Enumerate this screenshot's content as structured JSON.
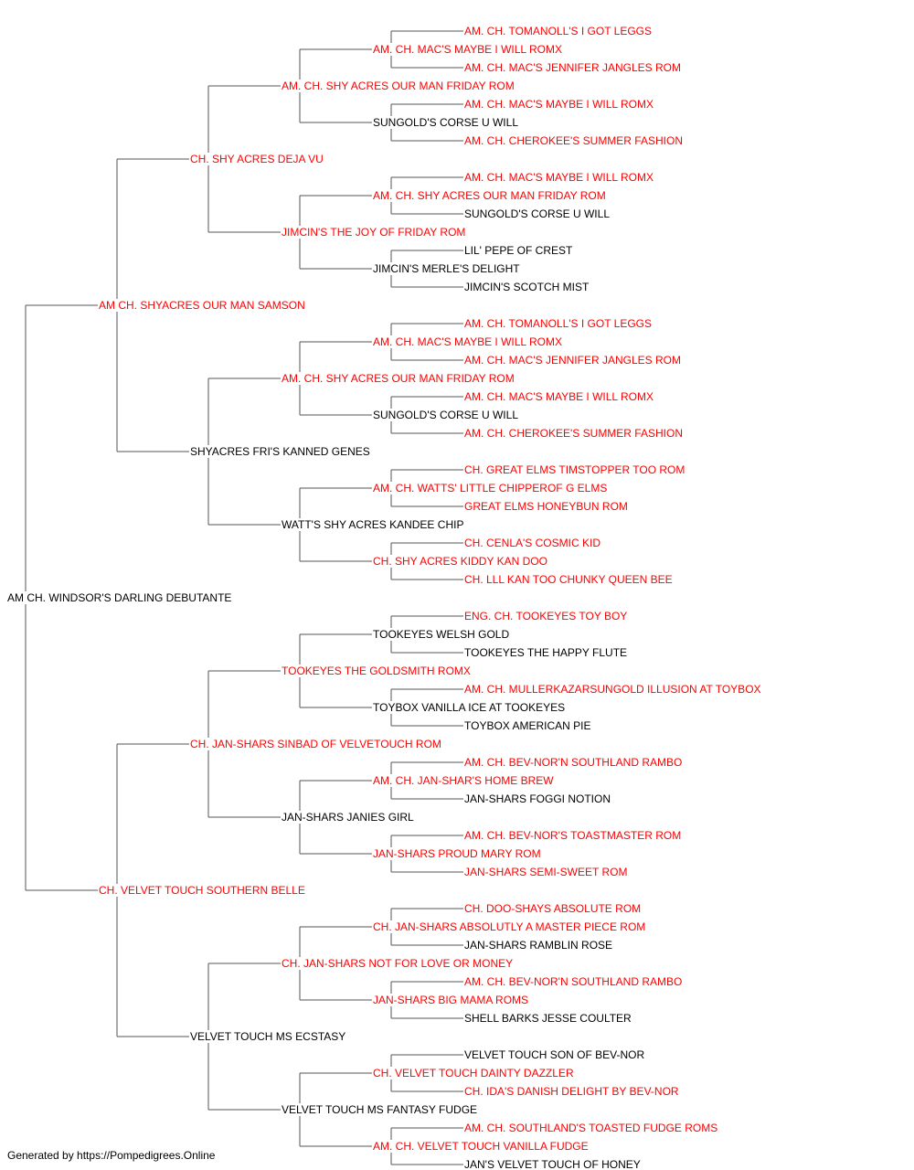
{
  "colors": {
    "champion": "#ff0000",
    "plain": "#000000",
    "line": "#555555"
  },
  "pedigree": {
    "name": "AM CH. WINDSOR'S DARLING DEBUTANTE",
    "champion": false,
    "sire": {
      "name": "AM CH. SHYACRES OUR MAN SAMSON",
      "champion": true,
      "sire": {
        "name": "CH. SHY ACRES DEJA VU",
        "champion": true,
        "sire": {
          "name": "AM. CH. SHY ACRES OUR MAN FRIDAY ROM",
          "champion": true,
          "sire": {
            "name": "AM. CH. MAC'S MAYBE I WILL ROMX",
            "champion": true,
            "sire": {
              "name": "AM. CH. TOMANOLL'S I GOT LEGGS",
              "champion": true
            },
            "dam": {
              "name": "AM. CH. MAC'S JENNIFER JANGLES ROM",
              "champion": true
            }
          },
          "dam": {
            "name": "SUNGOLD'S CORSE U WILL",
            "champion": false,
            "sire": {
              "name": "AM. CH. MAC'S MAYBE I WILL ROMX",
              "champion": true
            },
            "dam": {
              "name": "AM. CH. CHEROKEE'S SUMMER FASHION",
              "champion": true
            }
          }
        },
        "dam": {
          "name": "JIMCIN'S THE JOY OF FRIDAY ROM",
          "champion": true,
          "sire": {
            "name": "AM. CH. SHY ACRES OUR MAN FRIDAY ROM",
            "champion": true,
            "sire": {
              "name": "AM. CH. MAC'S MAYBE I WILL ROMX",
              "champion": true
            },
            "dam": {
              "name": "SUNGOLD'S CORSE U WILL",
              "champion": false
            }
          },
          "dam": {
            "name": "JIMCIN'S MERLE'S DELIGHT",
            "champion": false,
            "sire": {
              "name": "LIL' PEPE OF CREST",
              "champion": false
            },
            "dam": {
              "name": "JIMCIN'S SCOTCH MIST",
              "champion": false
            }
          }
        }
      },
      "dam": {
        "name": "SHYACRES FRI'S KANNED GENES",
        "champion": false,
        "sire": {
          "name": "AM. CH. SHY ACRES OUR MAN FRIDAY ROM",
          "champion": true,
          "sire": {
            "name": "AM. CH. MAC'S MAYBE I WILL ROMX",
            "champion": true,
            "sire": {
              "name": "AM. CH. TOMANOLL'S I GOT LEGGS",
              "champion": true
            },
            "dam": {
              "name": "AM. CH. MAC'S JENNIFER JANGLES ROM",
              "champion": true
            }
          },
          "dam": {
            "name": "SUNGOLD'S CORSE U WILL",
            "champion": false,
            "sire": {
              "name": "AM. CH. MAC'S MAYBE I WILL ROMX",
              "champion": true
            },
            "dam": {
              "name": "AM. CH. CHEROKEE'S SUMMER FASHION",
              "champion": true
            }
          }
        },
        "dam": {
          "name": "WATT'S SHY ACRES KANDEE CHIP",
          "champion": false,
          "sire": {
            "name": "AM. CH. WATTS' LITTLE CHIPPEROF G ELMS",
            "champion": true,
            "sire": {
              "name": "CH. GREAT ELMS TIMSTOPPER TOO ROM",
              "champion": true
            },
            "dam": {
              "name": "GREAT ELMS HONEYBUN ROM",
              "champion": true
            }
          },
          "dam": {
            "name": "CH. SHY ACRES KIDDY KAN DOO",
            "champion": true,
            "sire": {
              "name": "CH. CENLA'S COSMIC KID",
              "champion": true
            },
            "dam": {
              "name": "CH. LLL KAN TOO CHUNKY QUEEN BEE",
              "champion": true
            }
          }
        }
      }
    },
    "dam": {
      "name": "CH. VELVET TOUCH SOUTHERN BELLE",
      "champion": true,
      "sire": {
        "name": "CH. JAN-SHARS SINBAD OF VELVETOUCH ROM",
        "champion": true,
        "sire": {
          "name": "TOOKEYES THE GOLDSMITH ROMX",
          "champion": true,
          "sire": {
            "name": "TOOKEYES WELSH GOLD",
            "champion": false,
            "sire": {
              "name": "ENG. CH. TOOKEYES TOY BOY",
              "champion": true
            },
            "dam": {
              "name": "TOOKEYES THE HAPPY FLUTE",
              "champion": false
            }
          },
          "dam": {
            "name": "TOYBOX VANILLA ICE AT TOOKEYES",
            "champion": false,
            "sire": {
              "name": "AM. CH. MULLERKAZARSUNGOLD ILLUSION AT TOYBOX",
              "champion": true
            },
            "dam": {
              "name": "TOYBOX AMERICAN PIE",
              "champion": false
            }
          }
        },
        "dam": {
          "name": "JAN-SHARS JANIES GIRL",
          "champion": false,
          "sire": {
            "name": "AM. CH. JAN-SHAR'S HOME BREW",
            "champion": true,
            "sire": {
              "name": "AM. CH. BEV-NOR'N SOUTHLAND RAMBO",
              "champion": true
            },
            "dam": {
              "name": "JAN-SHARS FOGGI NOTION",
              "champion": false
            }
          },
          "dam": {
            "name": "JAN-SHARS PROUD MARY ROM",
            "champion": true,
            "sire": {
              "name": "AM. CH. BEV-NOR'S TOASTMASTER ROM",
              "champion": true
            },
            "dam": {
              "name": "JAN-SHARS SEMI-SWEET ROM",
              "champion": true
            }
          }
        }
      },
      "dam": {
        "name": "VELVET TOUCH MS ECSTASY",
        "champion": false,
        "sire": {
          "name": "CH. JAN-SHARS NOT FOR LOVE OR MONEY",
          "champion": true,
          "sire": {
            "name": "CH. JAN-SHARS ABSOLUTLY A MASTER PIECE ROM",
            "champion": true,
            "sire": {
              "name": "CH. DOO-SHAYS ABSOLUTE ROM",
              "champion": true
            },
            "dam": {
              "name": "JAN-SHARS RAMBLIN ROSE",
              "champion": false
            }
          },
          "dam": {
            "name": "JAN-SHARS BIG MAMA ROMS",
            "champion": true,
            "sire": {
              "name": "AM. CH. BEV-NOR'N SOUTHLAND RAMBO",
              "champion": true
            },
            "dam": {
              "name": "SHELL BARKS JESSE COULTER",
              "champion": false
            }
          }
        },
        "dam": {
          "name": "VELVET TOUCH MS FANTASY FUDGE",
          "champion": false,
          "sire": {
            "name": "CH. VELVET TOUCH DAINTY DAZZLER",
            "champion": true,
            "sire": {
              "name": "VELVET TOUCH SON OF BEV-NOR",
              "champion": false
            },
            "dam": {
              "name": "CH. IDA'S DANISH DELIGHT BY BEV-NOR",
              "champion": true
            }
          },
          "dam": {
            "name": "AM. CH. VELVET TOUCH VANILLA FUDGE",
            "champion": true,
            "sire": {
              "name": "AM. CH. SOUTHLAND'S TOASTED FUDGE ROMS",
              "champion": true
            },
            "dam": {
              "name": "JAN'S VELVET TOUCH OF HONEY",
              "champion": false
            }
          }
        }
      }
    }
  },
  "footer": {
    "credit": "Generated by https://Pompedigrees.Online"
  }
}
